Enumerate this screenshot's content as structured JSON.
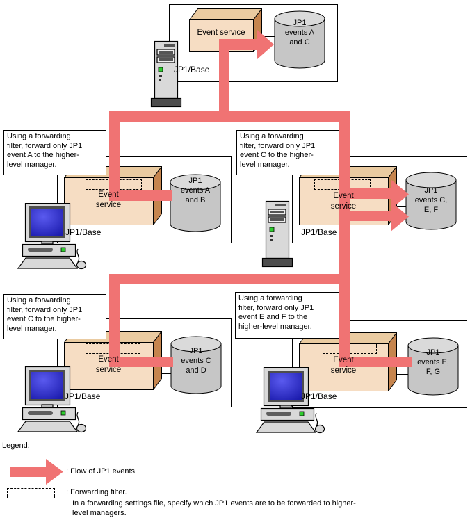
{
  "colors": {
    "flow": "#F07373",
    "service_box_front": "#F6DDC3",
    "service_box_top": "#EACBA1",
    "service_box_side": "#C6854E",
    "cylinder_body": "#C6C6C6",
    "cylinder_top": "#DADADA"
  },
  "legend": {
    "title": "Legend:",
    "flow_label": ": Flow of JP1 events",
    "filter_label": ": Forwarding filter.",
    "filter_desc_line1": "In a forwarding settings file, specify which JP1 events are to be forwarded to higher-",
    "filter_desc_line2": "level managers."
  },
  "nodes": {
    "top_manager": {
      "base": "JP1/Base",
      "service": "Event service",
      "db": [
        "JP1",
        "events A",
        "and C"
      ]
    },
    "mid_left": {
      "base": "JP1/Base",
      "service": [
        "Event",
        "service"
      ],
      "db": [
        "JP1",
        "events A",
        "and B"
      ],
      "callout": [
        "Using a forwarding",
        "filter, forward only JP1",
        "event A to the higher-",
        "level manager."
      ]
    },
    "mid_right": {
      "base": "JP1/Base",
      "service": [
        "Event",
        "service"
      ],
      "db": [
        "JP1",
        "events C,",
        "E, F"
      ],
      "callout": [
        "Using a forwarding",
        "filter, forward only JP1",
        "event C to the higher-",
        "level manager."
      ]
    },
    "bottom_left": {
      "base": "JP1/Base",
      "service": [
        "Event",
        "service"
      ],
      "db": [
        "JP1",
        "events C",
        "and D"
      ],
      "callout": [
        "Using a forwarding",
        "filter, forward only JP1",
        "event C to the higher-",
        "level manager."
      ]
    },
    "bottom_right": {
      "base": "JP1/Base",
      "service": [
        "Event",
        "service"
      ],
      "db": [
        "JP1",
        "events E,",
        "F, G"
      ],
      "callout": [
        "Using a forwarding",
        "filter, forward only JP1",
        "event E and F to the",
        "higher-level manager."
      ]
    }
  }
}
